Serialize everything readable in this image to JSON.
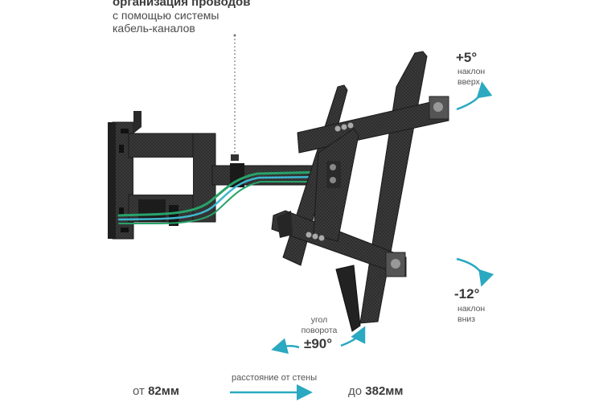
{
  "cable_management": {
    "title": "организация проводов",
    "line2": "с помощью системы",
    "line3": "кабель-каналов"
  },
  "tilt_up": {
    "value": "+5°",
    "label1": "наклон",
    "label2": "вверх"
  },
  "tilt_down": {
    "value": "-12°",
    "label1": "наклон",
    "label2": "вниз"
  },
  "rotation": {
    "label1": "угол",
    "label2": "поворота",
    "value": "±90°"
  },
  "distance": {
    "from_prefix": "от",
    "from_value": "82мм",
    "label": "расстояние от стены",
    "to_prefix": "до",
    "to_value": "382мм"
  },
  "colors": {
    "accent": "#2aa9c0",
    "metal": "#2b2b2b",
    "cable_green": "#27a36a",
    "cable_blue": "#3fb7d0"
  }
}
